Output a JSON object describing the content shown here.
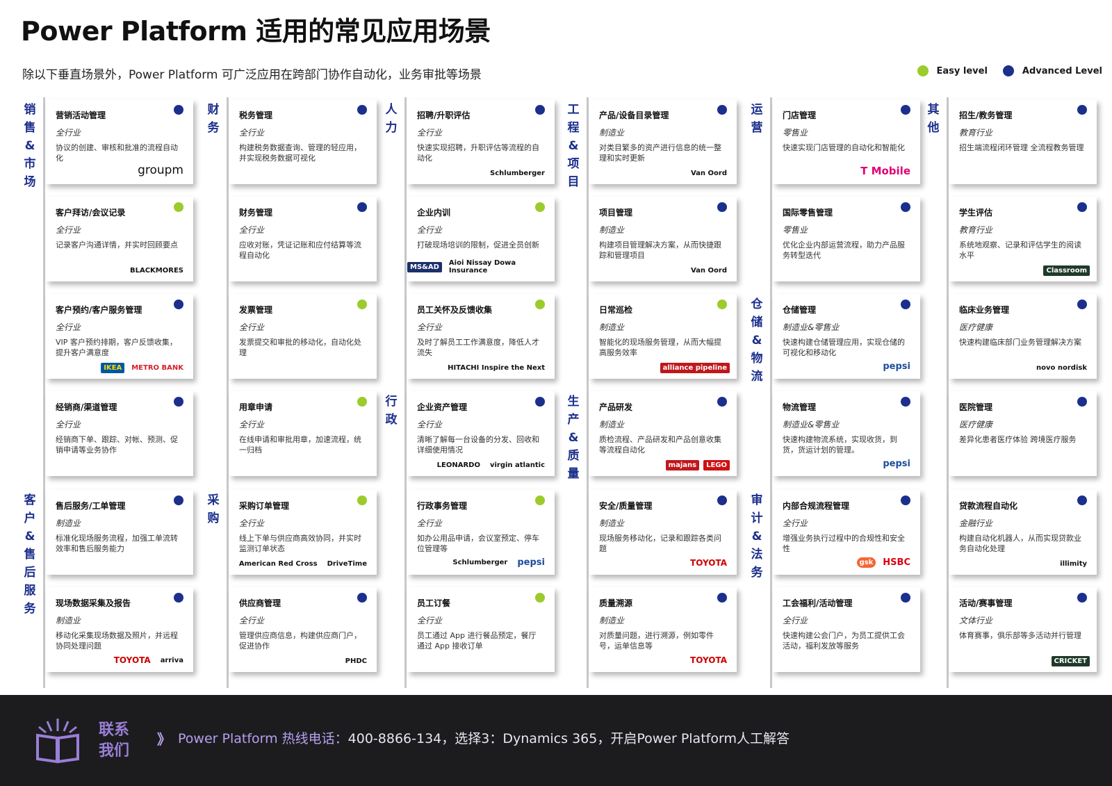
{
  "header": {
    "title": "Power Platform 适用的常见应用场景",
    "subtitle": "除以下垂直场景外，Power Platform 可广泛应用在跨部门协作自动化，业务审批等场景",
    "legend": {
      "easy": "Easy level",
      "advanced": "Advanced Level"
    }
  },
  "colors": {
    "easy": "#9ccb2c",
    "advanced": "#1b2f8c",
    "label": "#1b2f8c",
    "footer": "#1c1c1f"
  },
  "columns": [
    {
      "groups": [
        {
          "label": "销售&市场"
        },
        {
          "label": "客户&售后服务"
        }
      ],
      "cards": [
        {
          "title": "营销活动管理",
          "industry": "全行业",
          "desc": "协议的创建、审核和批准的流程自动化",
          "level": "advanced",
          "logos": [
            "groupm"
          ]
        },
        {
          "title": "客户拜访/会议记录",
          "industry": "全行业",
          "desc": "记录客户沟通详情，并实时回顾要点",
          "level": "easy",
          "logos": [
            "BLACKMORES"
          ]
        },
        {
          "title": "客户预约/客户服务管理",
          "industry": "全行业",
          "desc": "VIP 客户预约排期，客户反馈收集，提升客户满意度",
          "level": "advanced",
          "logos": [
            "IKEA",
            "METRO BANK"
          ]
        },
        {
          "title": "经销商/渠道管理",
          "industry": "全行业",
          "desc": "经销商下单、跟踪、对帐、预测、促销申请等业务协作",
          "level": "advanced",
          "logos": []
        },
        {
          "title": "售后服务/工单管理",
          "industry": "制造业",
          "desc": "标准化现场服务流程，加强工单流转效率和售后服务能力",
          "level": "advanced",
          "logos": []
        },
        {
          "title": "现场数据采集及报告",
          "industry": "制造业",
          "desc": "移动化采集现场数据及照片，并远程协同处理问题",
          "level": "advanced",
          "logos": [
            "TOYOTA",
            "arriva"
          ]
        }
      ]
    },
    {
      "groups": [
        {
          "label": "财务"
        },
        {
          "label": "采购"
        }
      ],
      "cards": [
        {
          "title": "税务管理",
          "industry": "全行业",
          "desc": "构建税务数据查询、管理的轻应用，并实现税务数据可视化",
          "level": "advanced",
          "logos": []
        },
        {
          "title": "财务管理",
          "industry": "全行业",
          "desc": "应收对账，凭证记账和应付结算等流程自动化",
          "level": "advanced",
          "logos": []
        },
        {
          "title": "发票管理",
          "industry": "全行业",
          "desc": "发票提交和审批的移动化，自动化处理",
          "level": "easy",
          "logos": []
        },
        {
          "title": "用章申请",
          "industry": "全行业",
          "desc": "在线申请和审批用章，加速流程，统一归档",
          "level": "easy",
          "logos": []
        },
        {
          "title": "采购订单管理",
          "industry": "全行业",
          "desc": "线上下单与供应商高效协同，并实时监测订单状态",
          "level": "easy",
          "logos": [
            "American Red Cross",
            "DriveTime"
          ]
        },
        {
          "title": "供应商管理",
          "industry": "全行业",
          "desc": "管理供应商信息，构建供应商门户，促进协作",
          "level": "advanced",
          "logos": [
            "PHDC"
          ]
        }
      ]
    },
    {
      "groups": [
        {
          "label": "人力"
        },
        {
          "label": "行政"
        }
      ],
      "cards": [
        {
          "title": "招聘/升职评估",
          "industry": "全行业",
          "desc": "快速实现招聘，升职评估等流程的自动化",
          "level": "advanced",
          "logos": [
            "Schlumberger"
          ]
        },
        {
          "title": "企业内训",
          "industry": "全行业",
          "desc": "打破现场培训的限制，促进全员创新",
          "level": "easy",
          "logos": [
            "MS&AD",
            "Aioi Nissay Dowa Insurance"
          ]
        },
        {
          "title": "员工关怀及反馈收集",
          "industry": "全行业",
          "desc": "及时了解员工工作满意度，降低人才流失",
          "level": "easy",
          "logos": [
            "HITACHI Inspire the Next"
          ]
        },
        {
          "title": "企业资产管理",
          "industry": "全行业",
          "desc": "清晰了解每一台设备的分发、回收和详细使用情况",
          "level": "advanced",
          "logos": [
            "LEONARDO",
            "virgin atlantic"
          ]
        },
        {
          "title": "行政事务管理",
          "industry": "全行业",
          "desc": "如办公用品申请，会议室预定、停车位管理等",
          "level": "easy",
          "logos": [
            "Schlumberger",
            "pepsi"
          ]
        },
        {
          "title": "员工订餐",
          "industry": "全行业",
          "desc": "员工通过 App 进行餐品预定，餐厅通过 App 接收订单",
          "level": "easy",
          "logos": []
        }
      ]
    },
    {
      "groups": [
        {
          "label": "工程&项目"
        },
        {
          "label": "生产&质量"
        }
      ],
      "cards": [
        {
          "title": "产品/设备目录管理",
          "industry": "制造业",
          "desc": "对类目繁多的资产进行信息的统一整理和实时更新",
          "level": "advanced",
          "logos": [
            "Van Oord"
          ]
        },
        {
          "title": "项目管理",
          "industry": "制造业",
          "desc": "构建项目管理解决方案，从而快捷跟踪和管理项目",
          "level": "advanced",
          "logos": [
            "Van Oord"
          ]
        },
        {
          "title": "日常巡检",
          "industry": "制造业",
          "desc": "智能化的现场服务管理，从而大幅提高服务效率",
          "level": "easy",
          "logos": [
            "alliance pipeline"
          ]
        },
        {
          "title": "产品研发",
          "industry": "制造业",
          "desc": "质检流程、产品研发和产品创意收集等流程自动化",
          "level": "advanced",
          "logos": [
            "majans",
            "LEGO"
          ]
        },
        {
          "title": "安全/质量管理",
          "industry": "制造业",
          "desc": "现场服务移动化，记录和跟踪各类问题",
          "level": "advanced",
          "logos": [
            "TOYOTA"
          ]
        },
        {
          "title": "质量溯源",
          "industry": "制造业",
          "desc": "对质量问题，进行溯源，例如零件号，运单信息等",
          "level": "advanced",
          "logos": [
            "TOYOTA"
          ]
        }
      ]
    },
    {
      "groups": [
        {
          "label": "运营"
        },
        {
          "label": "仓储&物流"
        },
        {
          "label": "审计&法务"
        }
      ],
      "cards": [
        {
          "title": "门店管理",
          "industry": "零售业",
          "desc": "快速实现门店管理的自动化和智能化",
          "level": "advanced",
          "logos": [
            "T Mobile"
          ]
        },
        {
          "title": "国际零售管理",
          "industry": "零售业",
          "desc": "优化企业内部运营流程，助力产品服务转型迭代",
          "level": "advanced",
          "logos": []
        },
        {
          "title": "仓储管理",
          "industry": "制造业&零售业",
          "desc": "快速构建仓储管理应用，实现仓储的可视化和移动化",
          "level": "advanced",
          "logos": [
            "pepsi"
          ]
        },
        {
          "title": "物流管理",
          "industry": "制造业&零售业",
          "desc": "快速构建物流系统，实现收货，到货，货运计划的管理。",
          "level": "advanced",
          "logos": [
            "pepsi"
          ]
        },
        {
          "title": "内部合规流程管理",
          "industry": "全行业",
          "desc": "增强业务执行过程中的合规性和安全性",
          "level": "advanced",
          "logos": [
            "gsk",
            "HSBC"
          ]
        },
        {
          "title": "工会福利/活动管理",
          "industry": "全行业",
          "desc": "快速构建公会门户，为员工提供工会活动，福利发放等服务",
          "level": "advanced",
          "logos": []
        }
      ]
    },
    {
      "groups": [
        {
          "label": "其他"
        }
      ],
      "cards": [
        {
          "title": "招生/教务管理",
          "industry": "教育行业",
          "desc": "招生端流程闭环管理 全流程教务管理",
          "level": "advanced",
          "logos": []
        },
        {
          "title": "学生评估",
          "industry": "教育行业",
          "desc": "系统地观察、记录和评估学生的阅读水平",
          "level": "advanced",
          "logos": [
            "Classroom"
          ]
        },
        {
          "title": "临床业务管理",
          "industry": "医疗健康",
          "desc": "快速构建临床部门业务管理解决方案",
          "level": "advanced",
          "logos": [
            "novo nordisk"
          ]
        },
        {
          "title": "医院管理",
          "industry": "医疗健康",
          "desc": "差异化患者医疗体验 跨境医疗服务",
          "level": "advanced",
          "logos": []
        },
        {
          "title": "贷款流程自动化",
          "industry": "金融行业",
          "desc": "构建自动化机器人，从而实现贷款业务自动化处理",
          "level": "advanced",
          "logos": [
            "illimity"
          ]
        },
        {
          "title": "活动/赛事管理",
          "industry": "文体行业",
          "desc": "体育赛事，俱乐部等多活动并行管理",
          "level": "advanced",
          "logos": [
            "CRICKET"
          ]
        }
      ]
    }
  ],
  "footer": {
    "contact": "联系我们",
    "chevron": "》",
    "hotline_prefix": "Power Platform 热线电话：",
    "hotline": "400-8866-134，选择3：Dynamics 365，开启Power Platform人工解答"
  }
}
